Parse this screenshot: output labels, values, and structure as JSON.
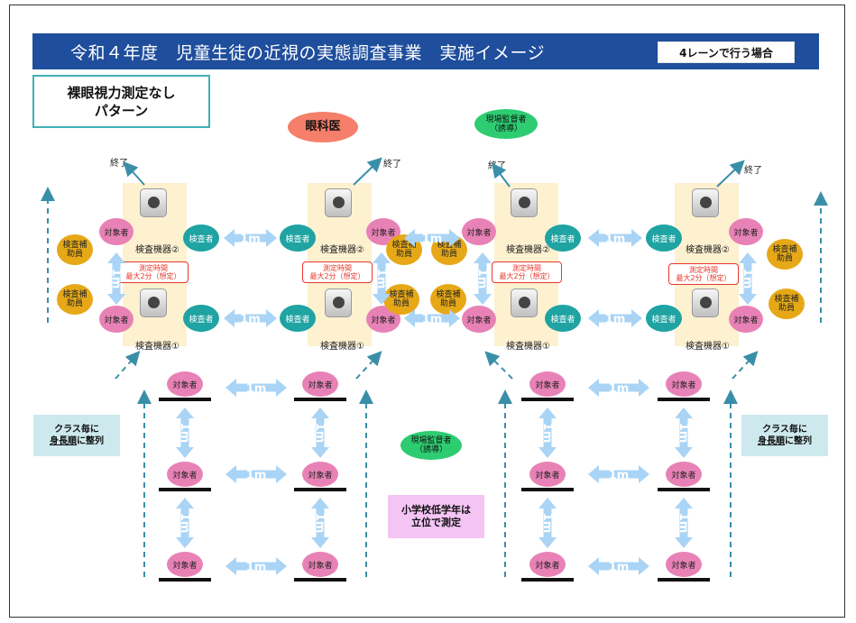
{
  "header": {
    "title": "令和４年度　児童生徒の近視の実態調査事業　実施イメージ",
    "lane_badge": "4レーンで行う場合"
  },
  "pattern_box": {
    "line1": "裸眼視力測定なし",
    "line2": "パターン"
  },
  "ophthalmologist": "眼科医",
  "supervisor": {
    "line1": "現場監督者",
    "line2": "（誘導）"
  },
  "end_label": "終了",
  "device1_label": "検査機器①",
  "device2_label": "検査機器②",
  "subject_label": "対象者",
  "examiner_label": "検査者",
  "assistant": {
    "line1": "検査補",
    "line2": "助員"
  },
  "time_box": {
    "line1": "測定時間",
    "line2": "最大2分（想定）"
  },
  "distance_label": "1m",
  "sort_box": {
    "line1": "クラス毎に",
    "line2": "身長順",
    "line3": "に整列"
  },
  "lower_grade_box": {
    "line1": "小学校低学年は",
    "line2": "立位で測定"
  },
  "colors": {
    "title_bg": "#1f4e9c",
    "subject": "#e882b6",
    "examiner": "#1fa3a3",
    "assistant": "#e6a817",
    "ophthalmologist": "#f57f6a",
    "supervisor": "#2ecc71",
    "arrow": "#a9d4f5",
    "flow_dash": "#3a8fa8"
  }
}
